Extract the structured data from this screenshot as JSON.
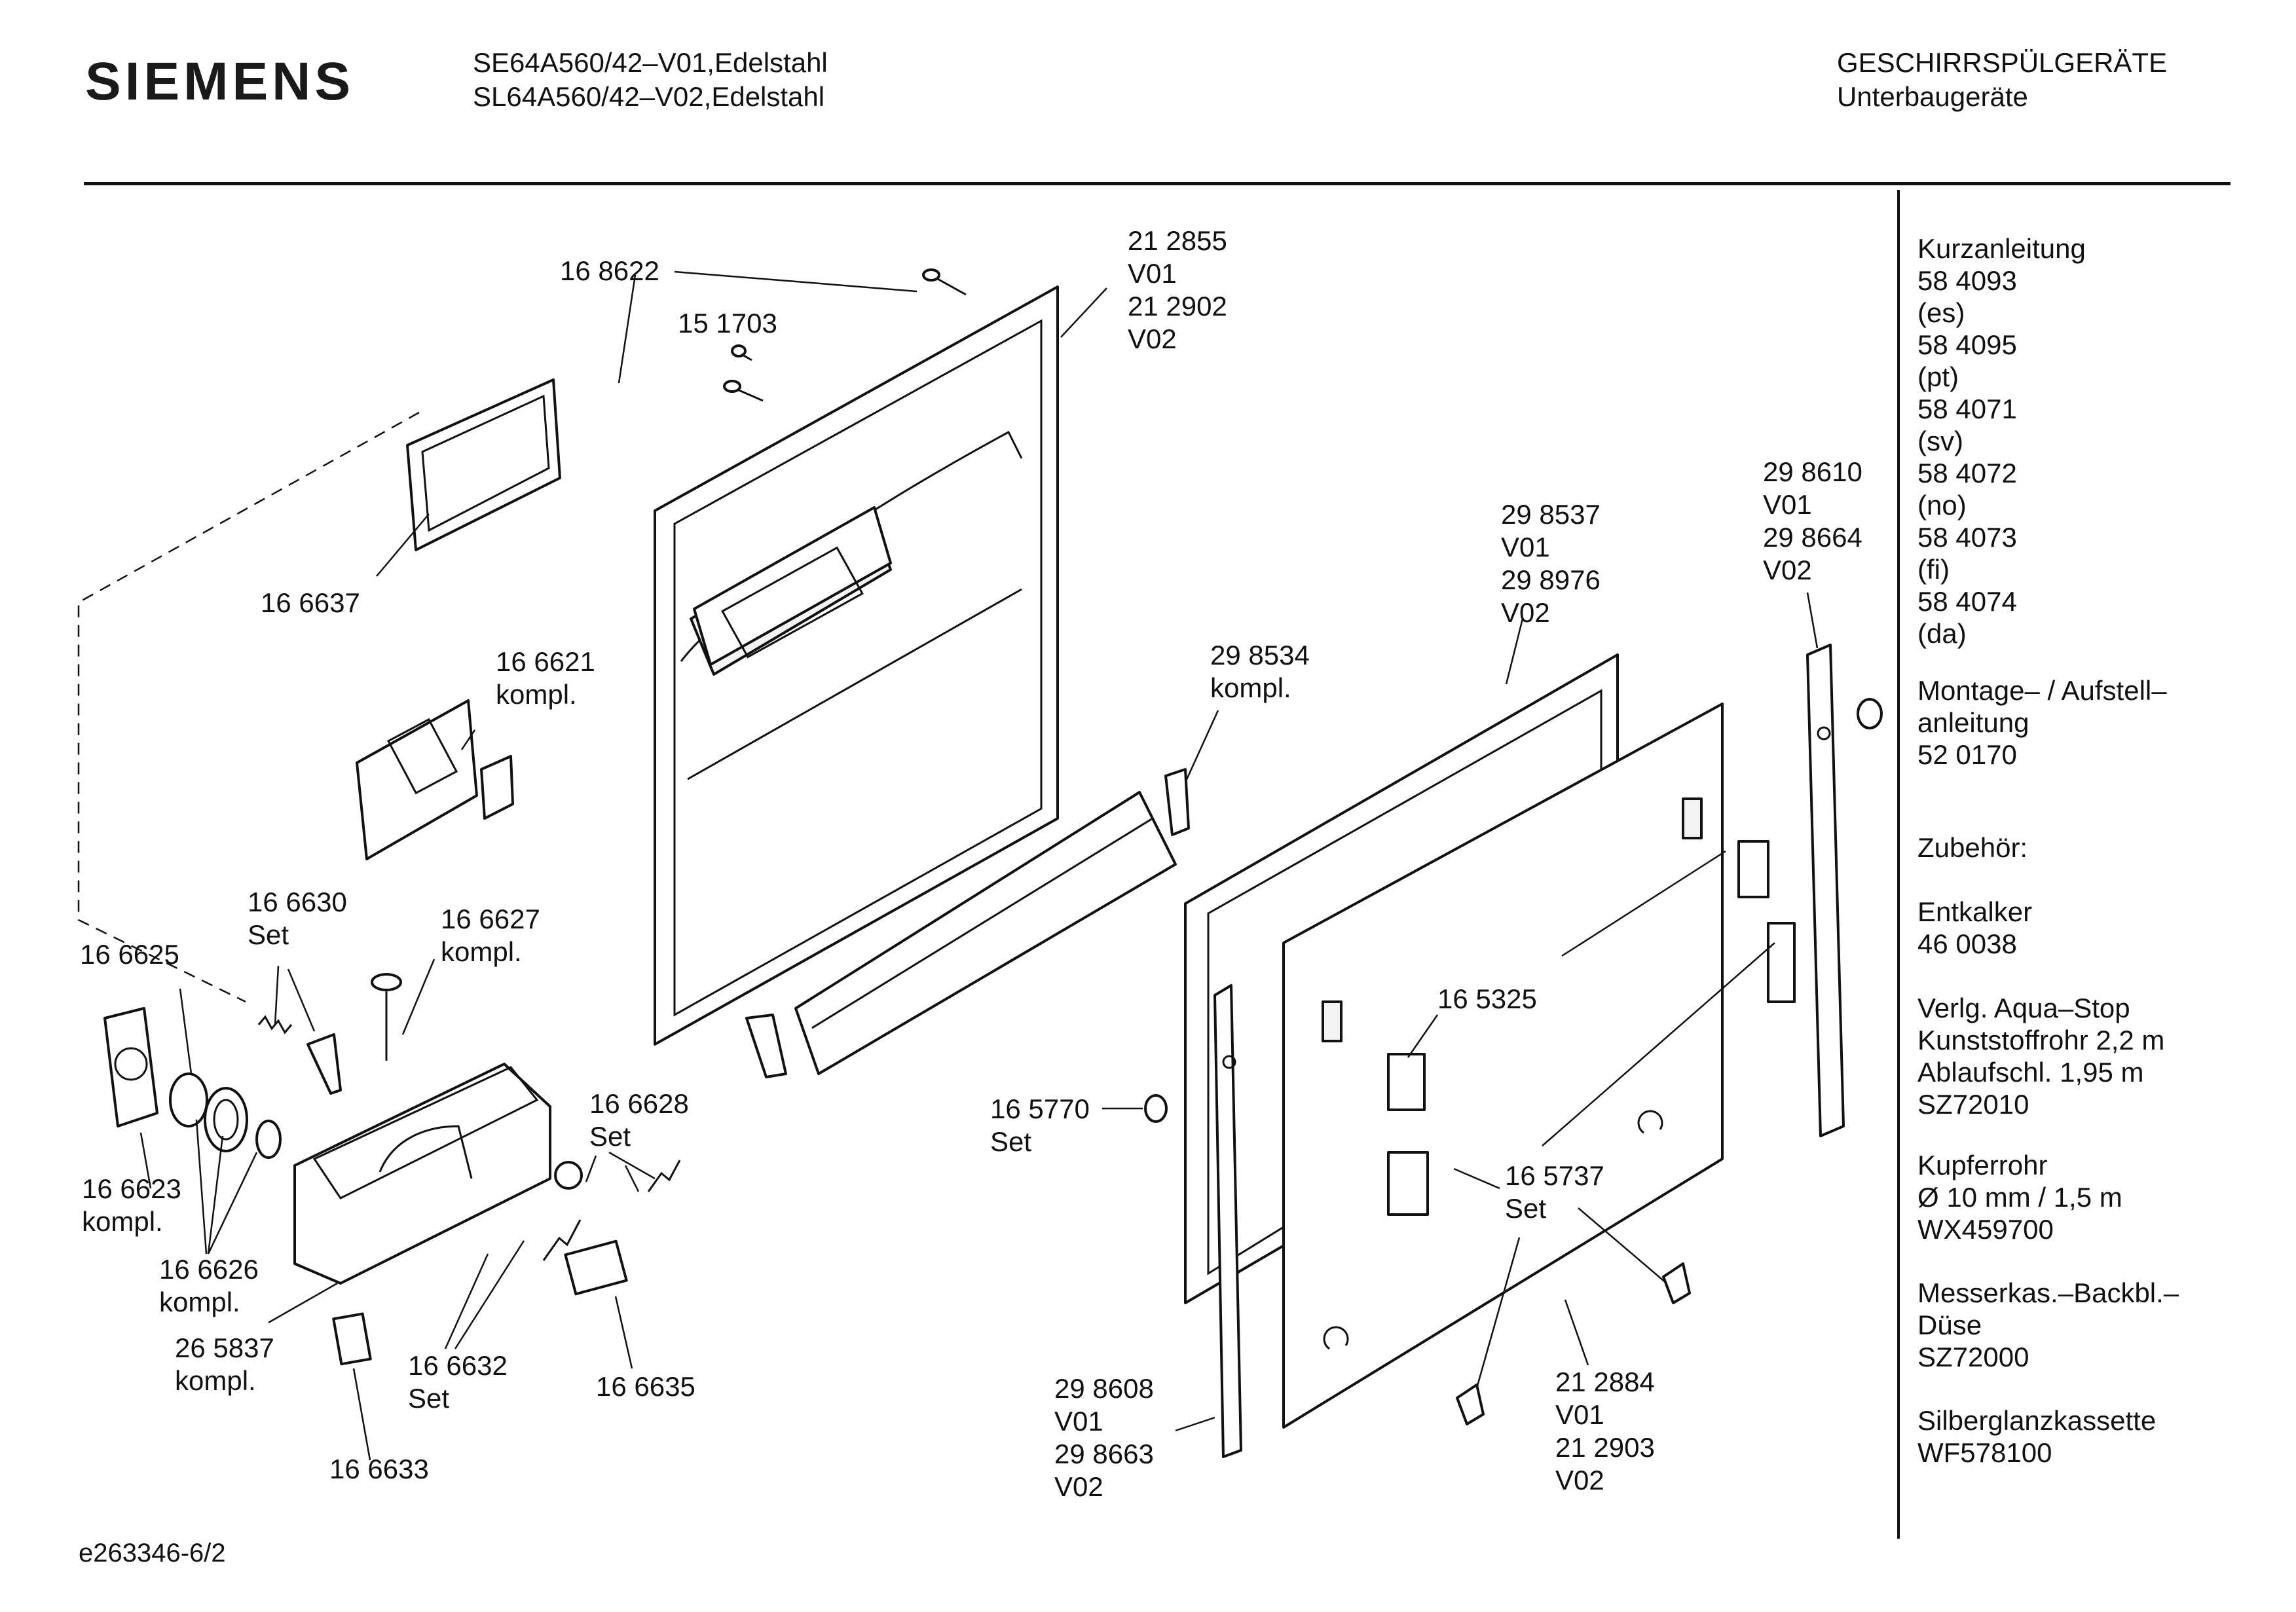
{
  "header": {
    "brand": "SIEMENS",
    "models": [
      "SE64A560/42–V01,Edelstahl",
      "SL64A560/42–V02,Edelstahl"
    ],
    "category": [
      "GESCHIRRSPÜLGERÄTE",
      "Unterbaugeräte"
    ]
  },
  "sidebar": [
    [
      "Kurzanleitung",
      "58 4093",
      "(es)",
      "58 4095",
      "(pt)",
      "58 4071",
      "(sv)",
      "58 4072",
      "(no)",
      "58 4073",
      "(fi)",
      "58 4074",
      "(da)"
    ],
    [
      "Montage– / Aufstell–",
      "anleitung",
      "52 0170"
    ],
    [
      "Zubehör:"
    ],
    [
      "Entkalker",
      "46 0038"
    ],
    [
      "Verlg. Aqua–Stop",
      "Kunststoffrohr 2,2 m",
      "Ablaufschl. 1,95 m",
      "SZ72010"
    ],
    [
      "Kupferrohr",
      "Ø 10 mm / 1,5 m",
      "WX459700"
    ],
    [
      "Messerkas.–Backbl.–",
      "Düse",
      "SZ72000"
    ],
    [
      "Silberglanzkassette",
      "WF578100"
    ]
  ],
  "callouts": [
    [
      "16 8622"
    ],
    [
      "15 1703"
    ],
    [
      "21 2855",
      "V01",
      "21 2902",
      "V02"
    ],
    [
      "16 6637"
    ],
    [
      "16 6621",
      "kompl."
    ],
    [
      "16 6630",
      "Set"
    ],
    [
      "16 6627",
      "kompl."
    ],
    [
      "16 6625"
    ],
    [
      "16 6623",
      "kompl."
    ],
    [
      "16 6626",
      "kompl."
    ],
    [
      "26 5837",
      "kompl."
    ],
    [
      "16 6628",
      "Set"
    ],
    [
      "16 6632",
      "Set"
    ],
    [
      "16 6635"
    ],
    [
      "16 6633"
    ],
    [
      "29 8534",
      "kompl."
    ],
    [
      "29 8537",
      "V01",
      "29 8976",
      "V02"
    ],
    [
      "29 8610",
      "V01",
      "29 8664",
      "V02"
    ],
    [
      "16 5325"
    ],
    [
      "16 5770"
    ],
    [
      "Set"
    ],
    [
      "16 5737",
      "Set"
    ],
    [
      "29 8608",
      "V01",
      "29 8663",
      "V02"
    ],
    [
      "21 2884",
      "V01",
      "21 2903",
      "V02"
    ]
  ],
  "footer": "e263346-6/2"
}
